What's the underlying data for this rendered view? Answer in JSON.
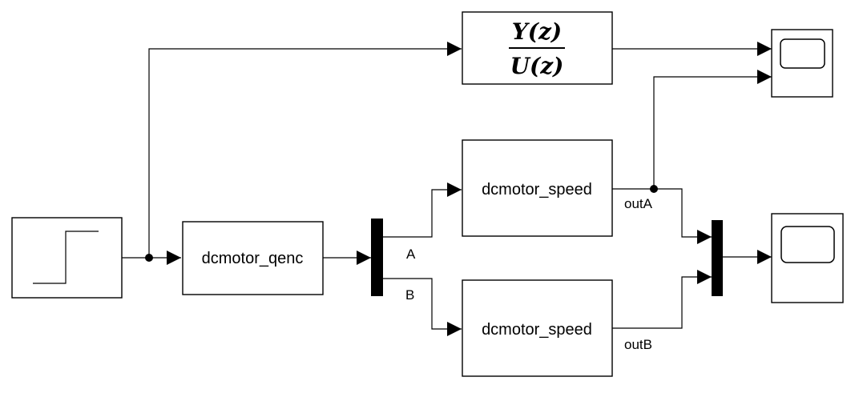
{
  "blocks": {
    "encoder": {
      "label": "dcmotor_qenc"
    },
    "speed_a": {
      "label": "dcmotor_speed"
    },
    "speed_b": {
      "label": "dcmotor_speed"
    },
    "transfer_fcn": {
      "numerator": "Y(z)",
      "denominator": "U(z)"
    }
  },
  "signals": {
    "demux_out_1": "A",
    "demux_out_2": "B",
    "speed_a_out": "outA",
    "speed_b_out": "outB"
  },
  "icons": {
    "source": "step-icon",
    "sink_1": "scope-icon",
    "sink_2": "scope-icon"
  },
  "colors": {
    "line": "#000000",
    "background": "#ffffff"
  }
}
